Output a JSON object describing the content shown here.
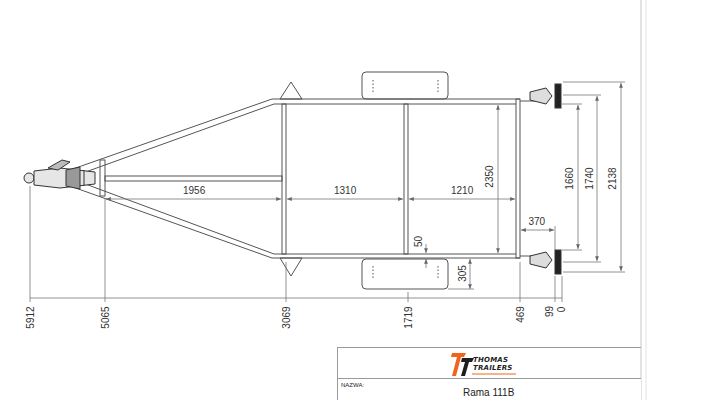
{
  "diagram": {
    "nodes": [
      {
        "text": [
          "NAZWA:",
          "Rama 111B"
        ]
      }
    ],
    "labels": [
      "1956",
      "1310",
      "1210",
      "2350",
      "1660",
      "1740",
      "2138",
      "370",
      "50",
      "305",
      "5912",
      "5065",
      "3069",
      "1719",
      "469",
      "99",
      "0",
      "THOMAS TRAILERS"
    ]
  }
}
